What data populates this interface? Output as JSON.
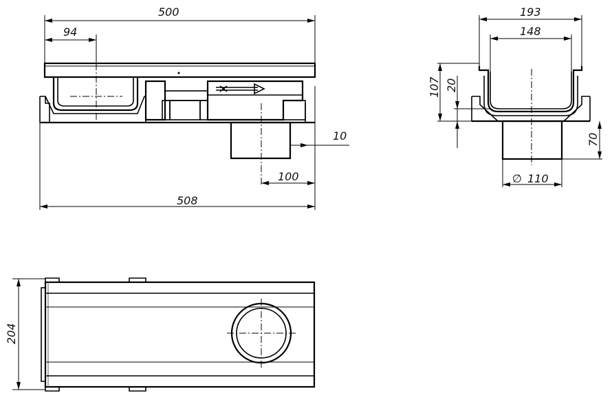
{
  "dimensions": {
    "top_view_length": "500",
    "inlet_width": "94",
    "wall_offset": "10",
    "outlet_offset": "100",
    "overall_length": "508",
    "section_width": "193",
    "inner_width": "148",
    "section_height": "107",
    "frame_height": "20",
    "outlet_height": "70",
    "outlet_diameter_symbol": "∅",
    "outlet_diameter": "110",
    "plan_width": "204"
  }
}
